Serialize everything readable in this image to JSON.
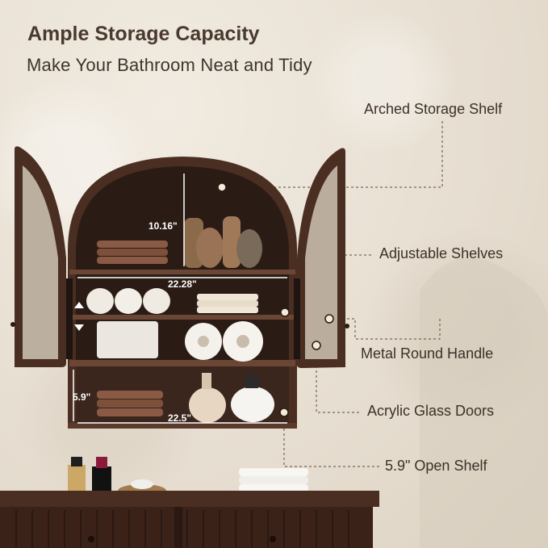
{
  "heading": {
    "title": "Ample Storage Capacity",
    "subtitle": "Make Your Bathroom Neat and Tidy"
  },
  "callouts": {
    "arched_shelf": "Arched Storage Shelf",
    "adjustable_shelves": "Adjustable Shelves",
    "round_handle": "Metal Round Handle",
    "glass_doors": "Acrylic Glass Doors",
    "open_shelf": "5.9\" Open Shelf"
  },
  "dimensions": {
    "arch_height": "10.16\"",
    "width_top": "22.28\"",
    "open_height": "5.9\"",
    "width_bottom": "22.5\""
  },
  "colors": {
    "wood": "#4a2e22",
    "wall": "#ebe4d8",
    "text": "#3d3128"
  }
}
